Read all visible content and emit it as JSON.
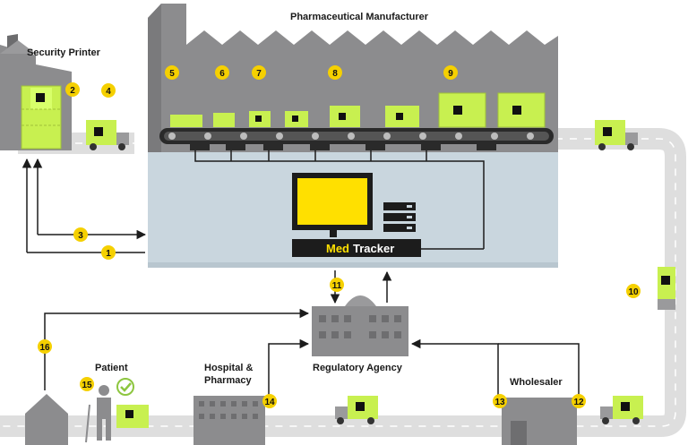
{
  "labels": {
    "manufacturer": "Pharmaceutical Manufacturer",
    "printer": "Security Printer",
    "patient": "Patient",
    "hospital_line1": "Hospital &",
    "hospital_line2": "Pharmacy",
    "regulator": "Regulatory Agency",
    "wholesaler": "Wholesaler",
    "system_brand_part1": "Med",
    "system_brand_part2": "Tracker"
  },
  "steps": [
    "1",
    "2",
    "3",
    "4",
    "5",
    "6",
    "7",
    "8",
    "9",
    "10",
    "11",
    "12",
    "13",
    "14",
    "15",
    "16"
  ],
  "colors": {
    "accent": "#c8f050",
    "badge": "#f5d000",
    "building": "#8c8c8e",
    "floor": "#c9d6de",
    "road": "#dcdcdc",
    "screen": "#ffe000",
    "dark": "#1c1c1c"
  }
}
